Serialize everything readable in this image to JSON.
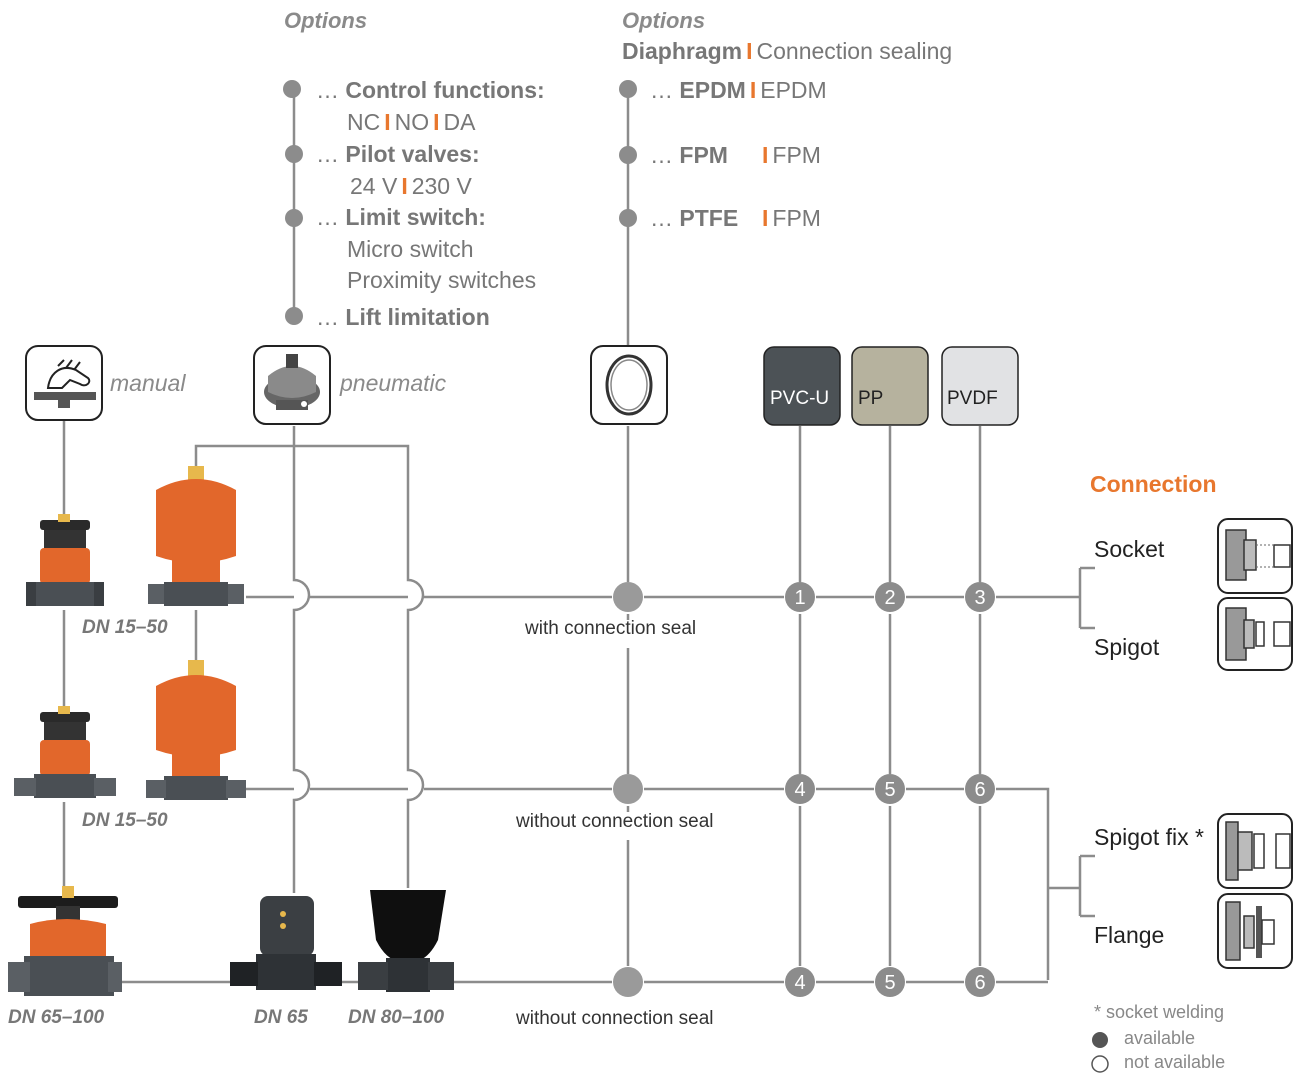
{
  "colors": {
    "line": "#8c8c8c",
    "dot": "#8c8c8c",
    "accent": "#e8772e",
    "valve_orange": "#e2672b",
    "valve_grey": "#4a4f54",
    "pvcu_fill": "#4c5256",
    "pp_fill": "#b6b29e",
    "pvdf_fill": "#e1e2e4"
  },
  "options_left": {
    "header": "Options",
    "items": [
      {
        "prefix": "…",
        "title": "Control functions:",
        "lines": [
          [
            "NC",
            "NO",
            "DA"
          ]
        ]
      },
      {
        "prefix": "…",
        "title": "Pilot valves:",
        "lines": [
          [
            "24 V",
            "230 V"
          ]
        ]
      },
      {
        "prefix": "…",
        "title": "Limit switch:",
        "lines": [
          [
            "Micro switch"
          ],
          [
            "Proximity switches"
          ]
        ]
      },
      {
        "prefix": "…",
        "title": "Lift limitation",
        "lines": []
      }
    ]
  },
  "options_right": {
    "header": "Options",
    "subheader_bold": "Diaphragm",
    "subheader_normal": "Connection sealing",
    "items": [
      {
        "prefix": "…",
        "diaphragm": "EPDM",
        "sealing": "EPDM"
      },
      {
        "prefix": "…",
        "diaphragm": "FPM",
        "sealing": "FPM"
      },
      {
        "prefix": "…",
        "diaphragm": "PTFE",
        "sealing": "FPM"
      }
    ]
  },
  "actuation": {
    "manual": {
      "label": "manual",
      "icon": "hand-wheel-icon"
    },
    "pneumatic": {
      "label": "pneumatic",
      "icon": "pneumatic-actuator-icon"
    },
    "seal": {
      "icon": "o-ring-icon"
    }
  },
  "materials": [
    "PVC-U",
    "PP",
    "PVDF"
  ],
  "rows": [
    {
      "size_label": "DN 15–50",
      "seal_text": "with connection seal",
      "numbers": [
        "1",
        "2",
        "3"
      ]
    },
    {
      "size_label": "DN 15–50",
      "seal_text": "without connection seal",
      "numbers": [
        "4",
        "5",
        "6"
      ]
    },
    {
      "size_labels": [
        "DN 65–100",
        "DN 65",
        "DN 80–100"
      ],
      "seal_text": "without connection seal",
      "numbers": [
        "4",
        "5",
        "6"
      ]
    }
  ],
  "connection": {
    "title": "Connection",
    "types": [
      {
        "label": "Socket",
        "icon": "socket-connection-icon"
      },
      {
        "label": "Spigot",
        "icon": "spigot-connection-icon"
      },
      {
        "label": "Spigot fix *",
        "icon": "spigot-fix-connection-icon"
      },
      {
        "label": "Flange",
        "icon": "flange-connection-icon"
      }
    ]
  },
  "legend": {
    "footnote": "* socket welding",
    "available": "available",
    "not_available": "not available"
  }
}
